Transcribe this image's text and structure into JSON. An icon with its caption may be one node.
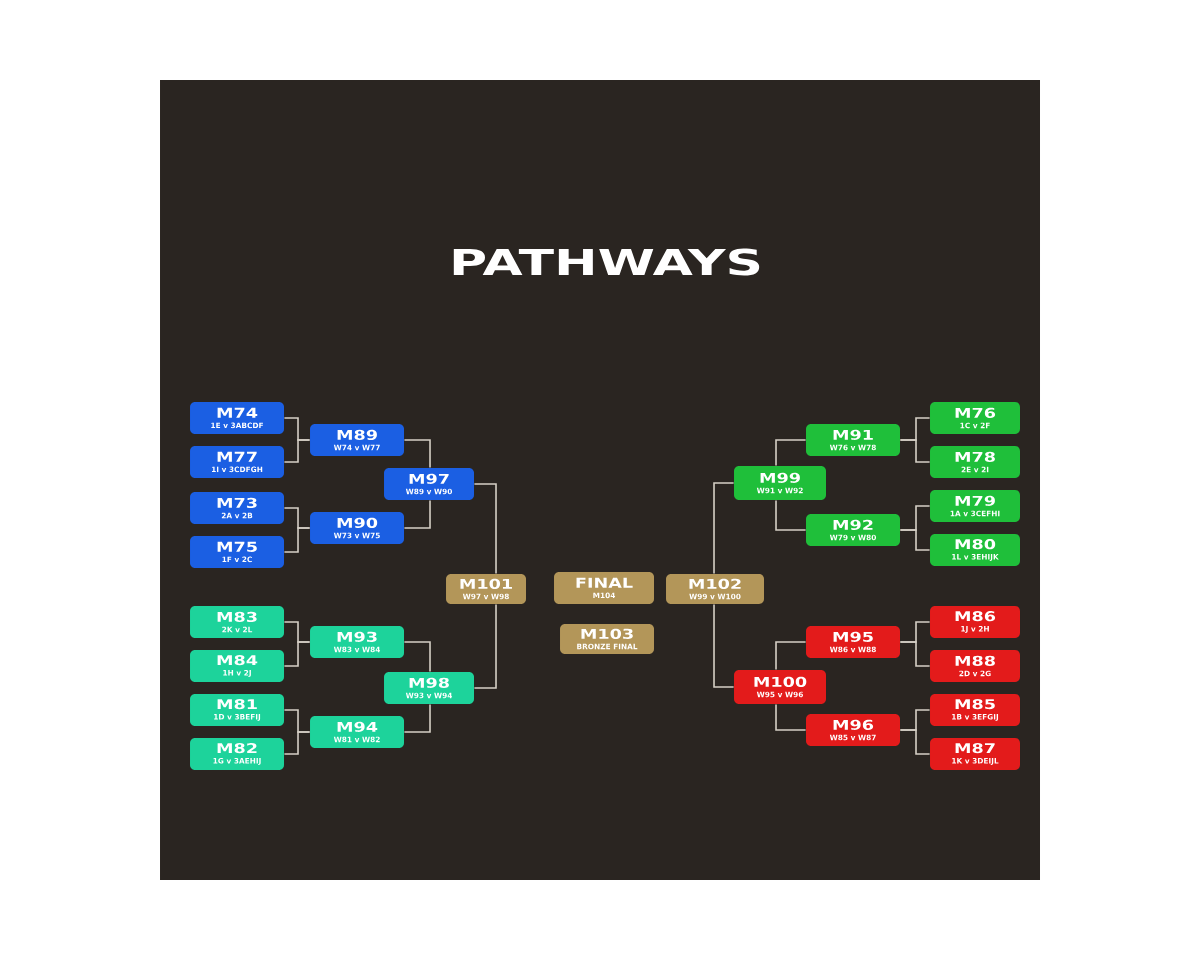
{
  "diagram": {
    "title": "PATHWAYS",
    "nodes": [
      {
        "text": [
          "M74",
          "1E v 3ABCDF"
        ]
      },
      {
        "text": [
          "M77",
          "1I v 3CDFGH"
        ]
      },
      {
        "text": [
          "M73",
          "2A v 2B"
        ]
      },
      {
        "text": [
          "M75",
          "1F v 2C"
        ]
      },
      {
        "text": [
          "M83",
          "2K v 2L"
        ]
      },
      {
        "text": [
          "M84",
          "1H v 2J"
        ]
      },
      {
        "text": [
          "M81",
          "1D v 3BEFIJ"
        ]
      },
      {
        "text": [
          "M82",
          "1G v 3AEHIJ"
        ]
      },
      {
        "text": [
          "M89",
          "W74 v W77"
        ]
      },
      {
        "text": [
          "M90",
          "W73 v W75"
        ]
      },
      {
        "text": [
          "M93",
          "W83 v W84"
        ]
      },
      {
        "text": [
          "M94",
          "W81 v W82"
        ]
      },
      {
        "text": [
          "M97",
          "W89 v W90"
        ]
      },
      {
        "text": [
          "M98",
          "W93 v W94"
        ]
      },
      {
        "text": [
          "M101",
          "W97 v W98"
        ]
      },
      {
        "text": [
          "FINAL",
          "M104"
        ]
      },
      {
        "text": [
          "M102",
          "W99 v W100"
        ]
      },
      {
        "text": [
          "M103",
          "BRONZE FINAL"
        ]
      },
      {
        "text": [
          "M99",
          "W91 v W92"
        ]
      },
      {
        "text": [
          "M100",
          "W95 v W96"
        ]
      },
      {
        "text": [
          "M91",
          "W76 v W78"
        ]
      },
      {
        "text": [
          "M92",
          "W79 v W80"
        ]
      },
      {
        "text": [
          "M95",
          "W86 v W88"
        ]
      },
      {
        "text": [
          "M96",
          "W85 v W87"
        ]
      },
      {
        "text": [
          "M76",
          "1C v 2F"
        ]
      },
      {
        "text": [
          "M78",
          "2E v 2I"
        ]
      },
      {
        "text": [
          "M79",
          "1A v 3CEFHI"
        ]
      },
      {
        "text": [
          "M80",
          "1L v 3EHIJK"
        ]
      },
      {
        "text": [
          "M86",
          "1J v 2H"
        ]
      },
      {
        "text": [
          "M88",
          "2D v 2G"
        ]
      },
      {
        "text": [
          "M85",
          "1B v 3EFGIJ"
        ]
      },
      {
        "text": [
          "M87",
          "1K v 3DEIJL"
        ]
      }
    ],
    "edges": [
      {
        "from": 0,
        "to": 8,
        "arrow": "none"
      },
      {
        "from": 1,
        "to": 8,
        "arrow": "none"
      },
      {
        "from": 2,
        "to": 9,
        "arrow": "none"
      },
      {
        "from": 3,
        "to": 9,
        "arrow": "none"
      },
      {
        "from": 4,
        "to": 10,
        "arrow": "none"
      },
      {
        "from": 5,
        "to": 10,
        "arrow": "none"
      },
      {
        "from": 6,
        "to": 11,
        "arrow": "none"
      },
      {
        "from": 7,
        "to": 11,
        "arrow": "none"
      },
      {
        "from": 8,
        "to": 12,
        "arrow": "none"
      },
      {
        "from": 9,
        "to": 12,
        "arrow": "none"
      },
      {
        "from": 10,
        "to": 13,
        "arrow": "none"
      },
      {
        "from": 11,
        "to": 13,
        "arrow": "none"
      },
      {
        "from": 12,
        "to": 14,
        "arrow": "none"
      },
      {
        "from": 13,
        "to": 14,
        "arrow": "none"
      },
      {
        "from": 18,
        "to": 16,
        "arrow": "none"
      },
      {
        "from": 19,
        "to": 16,
        "arrow": "none"
      },
      {
        "from": 20,
        "to": 18,
        "arrow": "none"
      },
      {
        "from": 21,
        "to": 18,
        "arrow": "none"
      },
      {
        "from": 22,
        "to": 19,
        "arrow": "none"
      },
      {
        "from": 23,
        "to": 19,
        "arrow": "none"
      },
      {
        "from": 24,
        "to": 20,
        "arrow": "none"
      },
      {
        "from": 25,
        "to": 20,
        "arrow": "none"
      },
      {
        "from": 26,
        "to": 21,
        "arrow": "none"
      },
      {
        "from": 27,
        "to": 21,
        "arrow": "none"
      },
      {
        "from": 28,
        "to": 22,
        "arrow": "none"
      },
      {
        "from": 29,
        "to": 22,
        "arrow": "none"
      },
      {
        "from": 30,
        "to": 23,
        "arrow": "none"
      },
      {
        "from": 31,
        "to": 23,
        "arrow": "none"
      }
    ]
  }
}
